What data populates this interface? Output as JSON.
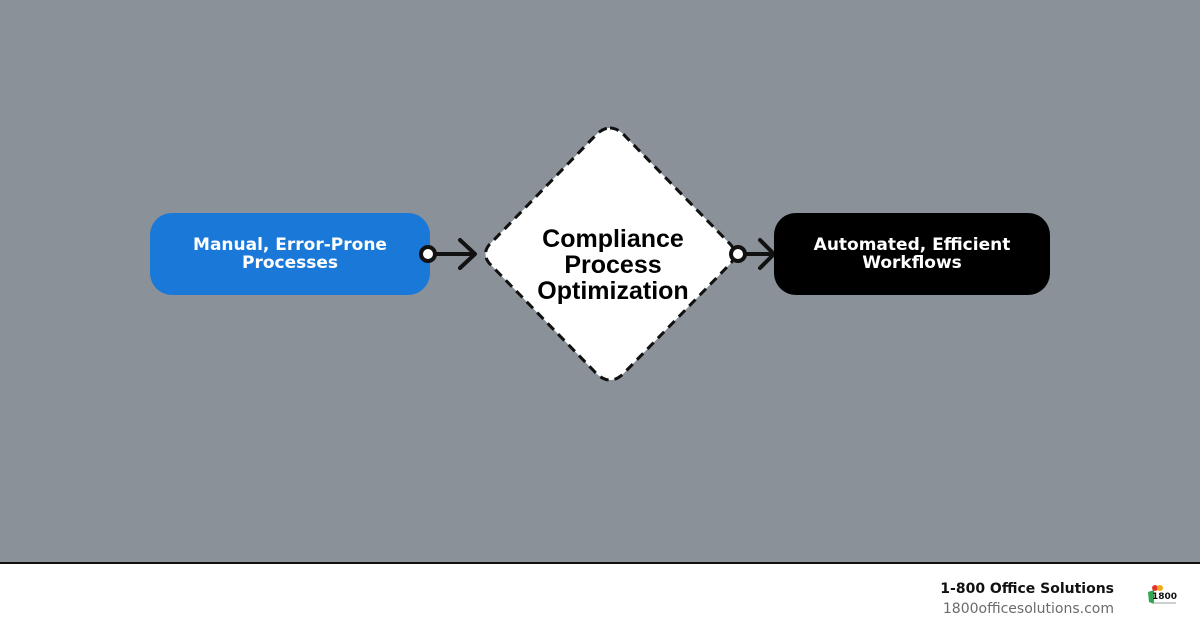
{
  "diagram": {
    "start_node": {
      "label": "Manual, Error-Prone Processes",
      "color": "#1a78d8"
    },
    "decision_node": {
      "label": "Compliance Process Optimization",
      "color": "#ffffff"
    },
    "end_node": {
      "label": "Automated, Efficient Workflows",
      "color": "#000000"
    },
    "background_color": "#8a9199",
    "edges": [
      {
        "from": "start_node",
        "to": "decision_node"
      },
      {
        "from": "decision_node",
        "to": "end_node"
      }
    ]
  },
  "footer": {
    "brand_name": "1-800 Office Solutions",
    "url": "1800officesolutions.com",
    "logo_text": "1800",
    "logo_icon": "brand-logo-icon"
  }
}
